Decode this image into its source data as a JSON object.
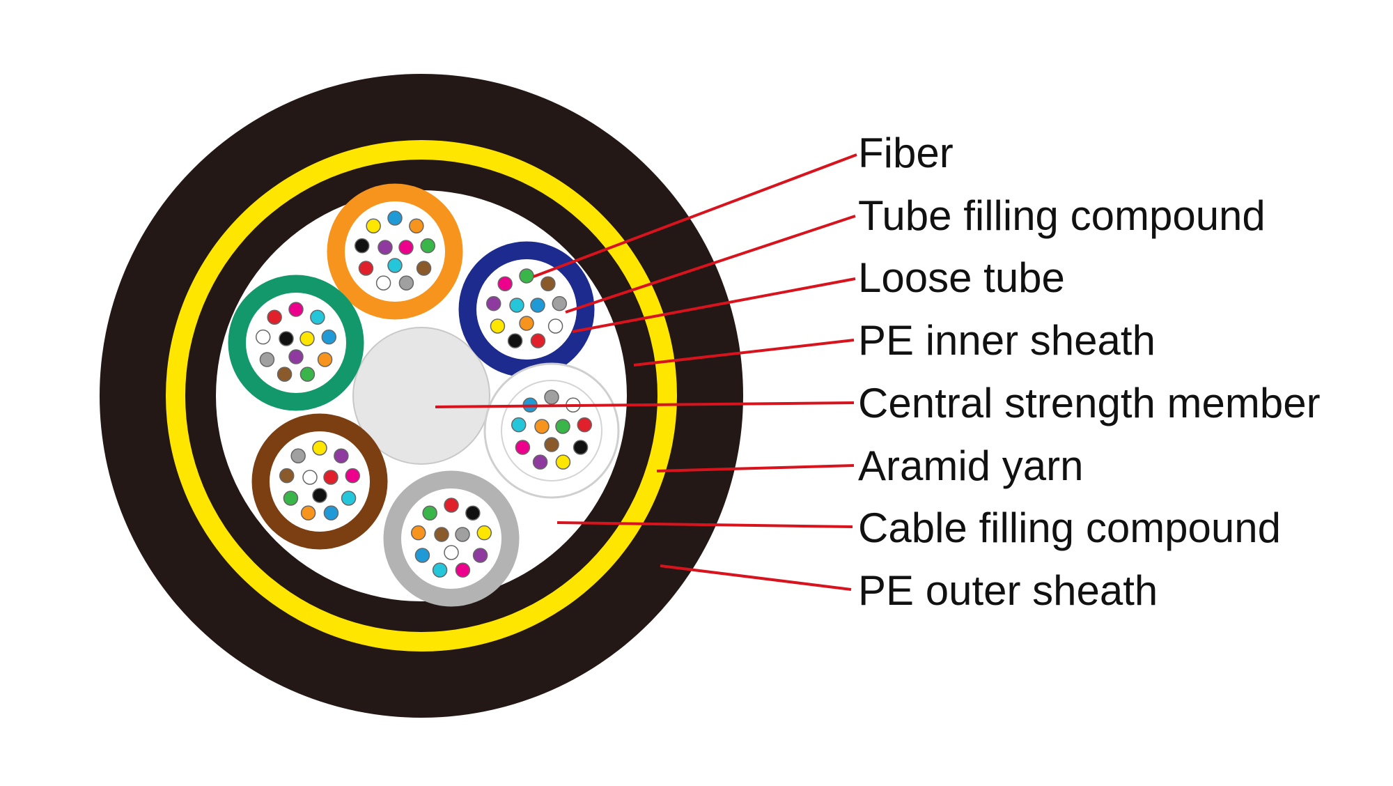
{
  "colors": {
    "outer_sheath": "#231815",
    "aramid_yarn": "#ffe600",
    "inner_sheath": "#231815",
    "core_fill": "#ffffff",
    "central_member": "#e6e6e6",
    "leader_lines": "#d7141e",
    "label_text": "#111111"
  },
  "loose_tubes": [
    {
      "name": "orange",
      "color": "#f7941d"
    },
    {
      "name": "blue",
      "color": "#1d2b8f"
    },
    {
      "name": "white",
      "color": "#ffffff"
    },
    {
      "name": "gray",
      "color": "#b3b3b3"
    },
    {
      "name": "brown",
      "color": "#7b3f12"
    },
    {
      "name": "green",
      "color": "#12986b"
    }
  ],
  "fiber_colors": [
    "#1f9ad6",
    "#f7941d",
    "#39b54a",
    "#8b5a2b",
    "#a0a0a0",
    "#ffffff",
    "#e0202a",
    "#111111",
    "#ffe600",
    "#8e3a9f",
    "#ec008c",
    "#26c6da"
  ],
  "labels": [
    {
      "id": "fiber",
      "text": "Fiber"
    },
    {
      "id": "tube-filling-compound",
      "text": "Tube filling compound"
    },
    {
      "id": "loose-tube",
      "text": "Loose tube"
    },
    {
      "id": "pe-inner-sheath",
      "text": "PE inner sheath"
    },
    {
      "id": "central-strength-member",
      "text": "Central strength member"
    },
    {
      "id": "aramid-yarn",
      "text": "Aramid yarn"
    },
    {
      "id": "cable-filling-compound",
      "text": "Cable filling compound"
    },
    {
      "id": "pe-outer-sheath",
      "text": "PE outer sheath"
    }
  ]
}
